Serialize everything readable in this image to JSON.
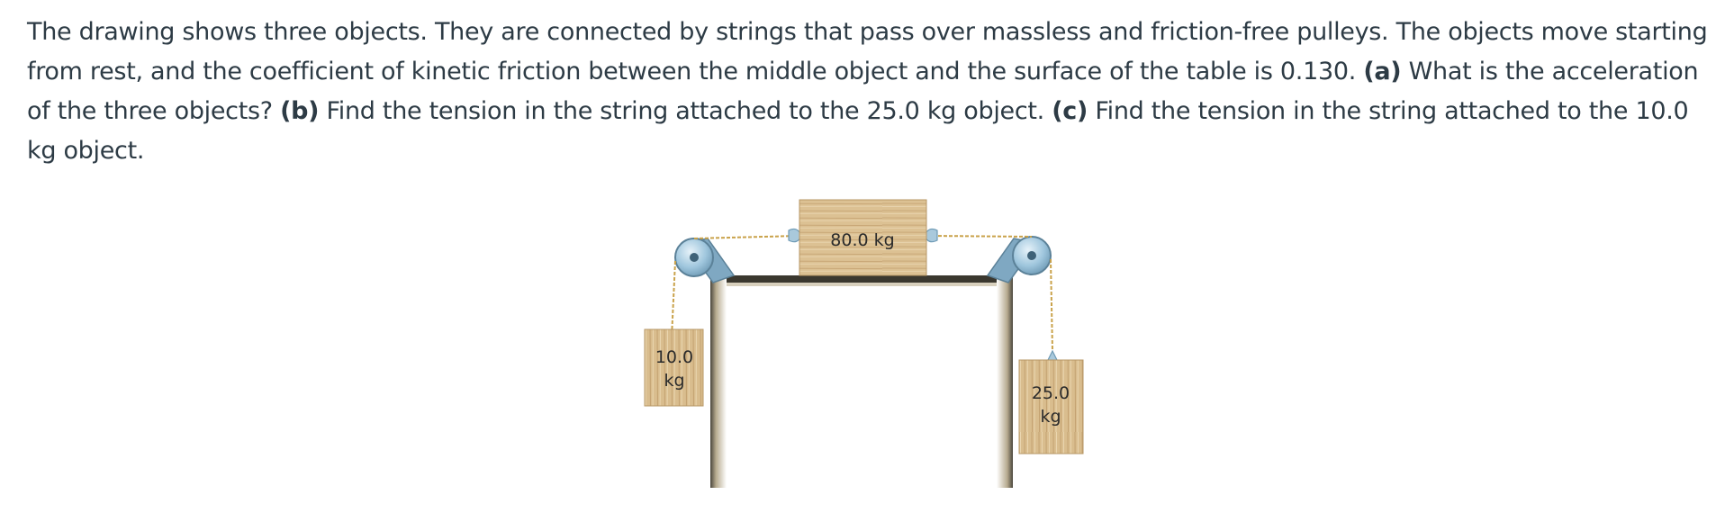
{
  "problem": {
    "intro": "The drawing shows three objects. They are connected by strings that pass over massless and friction-free pulleys. The objects move starting from rest, and the coefficient of kinetic friction between the middle object and the surface of the table is 0.130.",
    "part_a_label": "(a)",
    "part_a_text": "What is the acceleration of the three objects?",
    "part_b_label": "(b)",
    "part_b_text": "Find the tension in the string attached to the 25.0 kg object.",
    "part_c_label": "(c)",
    "part_c_text": "Find the tension in the string attached to the 10.0 kg object."
  },
  "figure": {
    "middle_block_label": "80.0 kg",
    "left_block_value": "10.0",
    "left_block_unit": "kg",
    "right_block_value": "25.0",
    "right_block_unit": "kg",
    "colors": {
      "wood": "#dcc193",
      "wood_grain": "#bd9b6a",
      "pulley": "#9fc6dd",
      "pulley_dark": "#6e9ab5",
      "string": "#c9a24a",
      "table_shadow": "#8f8268"
    }
  }
}
